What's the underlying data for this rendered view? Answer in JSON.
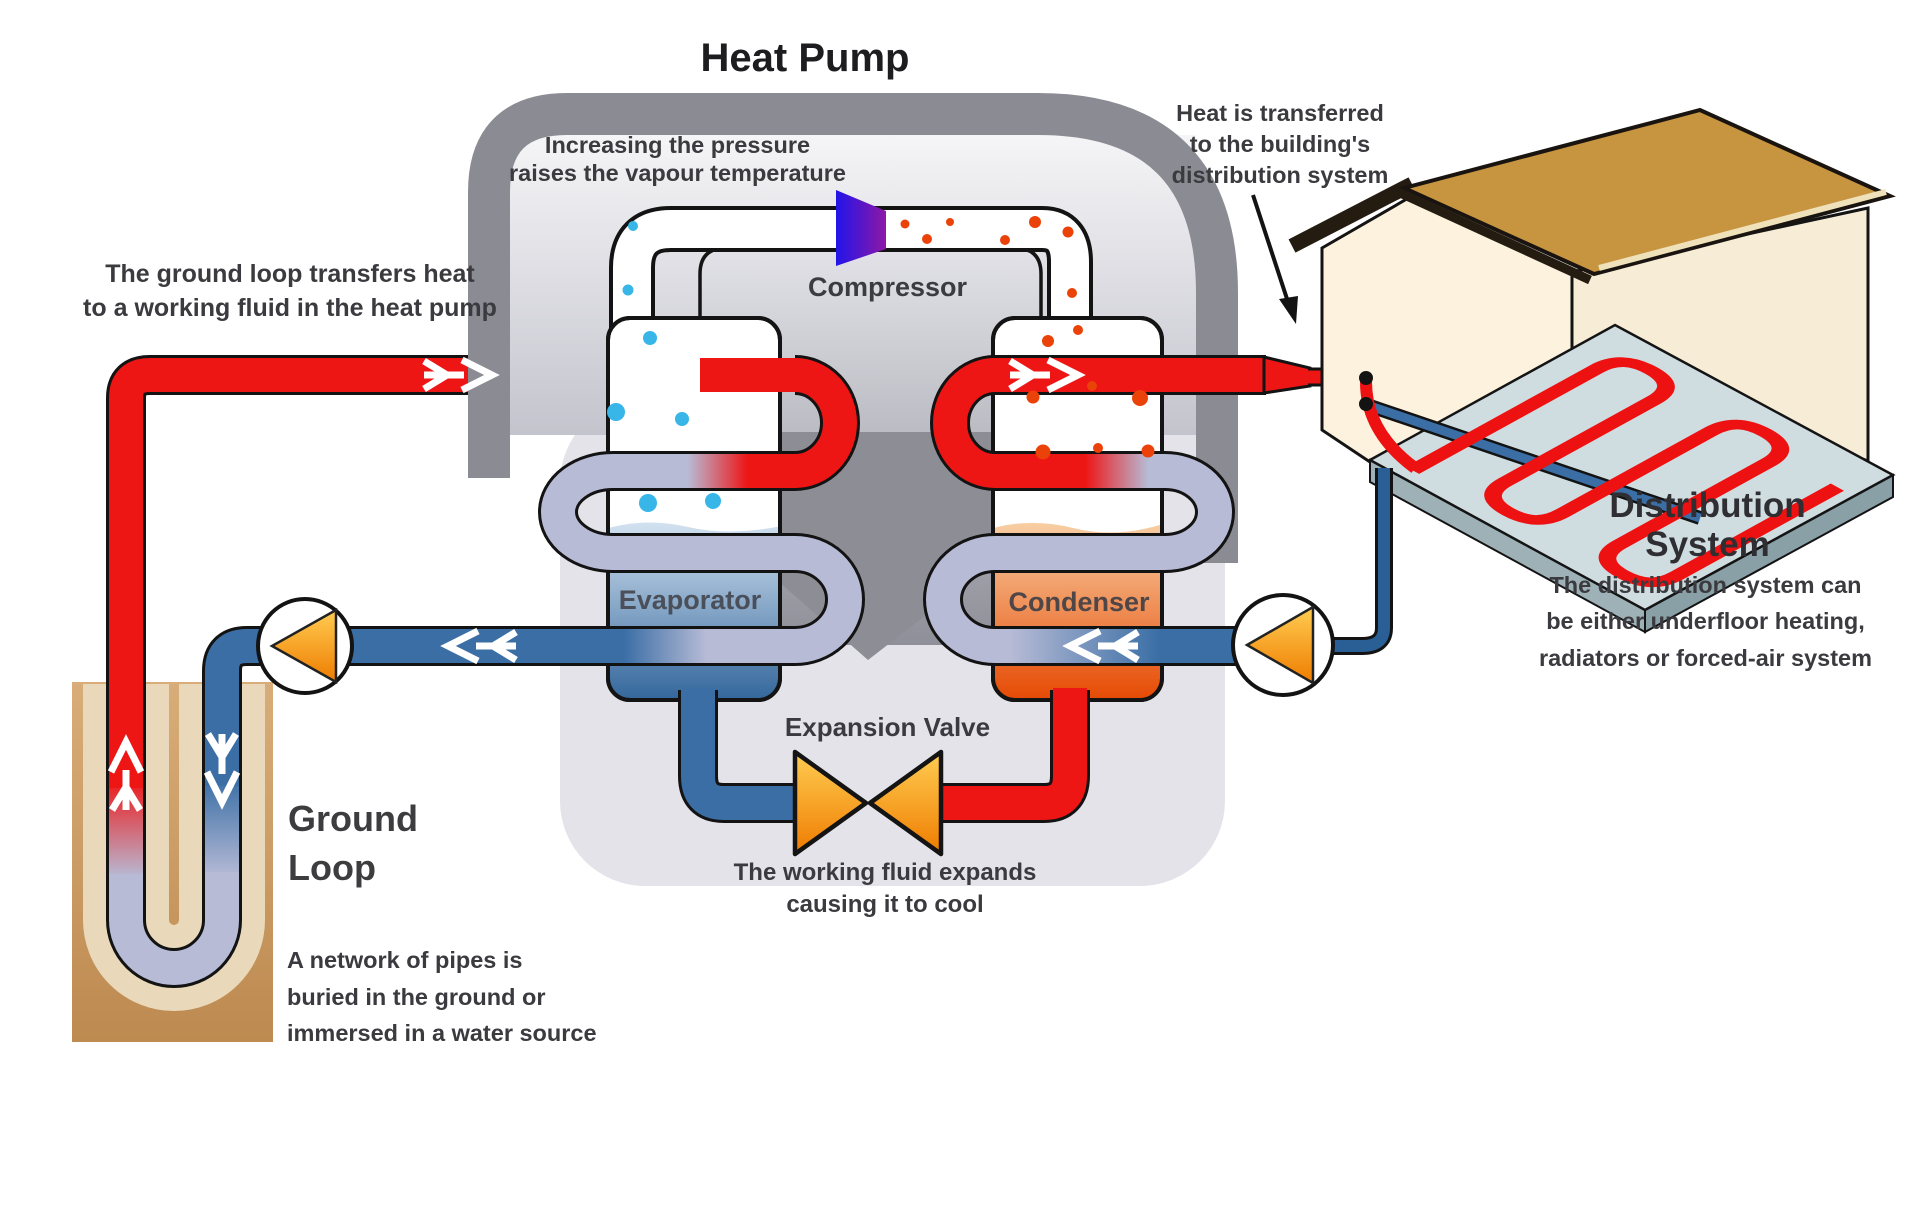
{
  "diagram": {
    "title": "Heat Pump",
    "heat_pump": {
      "compressor_label": "Compressor",
      "evaporator_label": "Evaporator",
      "condenser_label": "Condenser",
      "expansion_valve_label": "Expansion Valve",
      "pressure_note": "Increasing the pressure\nraises the vapour temperature",
      "expansion_note": "The working fluid expands\ncausing it to cool"
    },
    "ground_loop": {
      "label": "Ground\nLoop",
      "transfer_note": "The ground loop transfers heat\nto a working fluid in the heat pump",
      "pipes_note": "A network of pipes is\nburied in the ground or\nimmersed in a water source"
    },
    "distribution_system": {
      "label": "Distribution\nSystem",
      "transfer_note": "Heat is transferred\nto the building's\ndistribution system",
      "description": "The distribution system can\nbe either underfloor heating,\nradiators or forced-air system"
    },
    "colors": {
      "hot_pipe": "#ee1515",
      "cold_pipe": "#3a6ea5",
      "neutral_pipe": "#b7bbd6",
      "pump_accent": "#f68b1f",
      "compressor_blue": "#2214e9",
      "compressor_purple": "#8d18a6",
      "enclosure_grey": "#8b8b93",
      "ground_brown": "#c6945c",
      "roof_tan": "#c79440"
    }
  }
}
